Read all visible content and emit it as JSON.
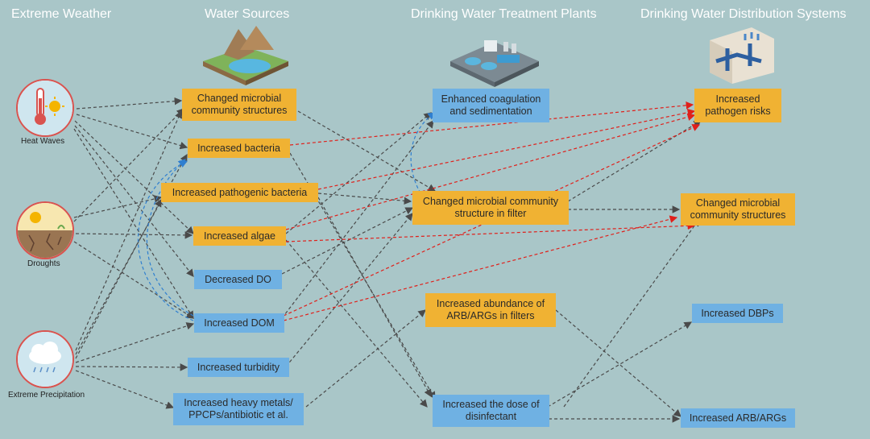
{
  "headers": {
    "weather": "Extreme Weather",
    "sources": "Water Sources",
    "plants": "Drinking Water Treatment Plants",
    "distribution": "Drinking Water Distribution Systems"
  },
  "weather": {
    "heat": "Heat Waves",
    "drought": "Droughts",
    "precip": "Extreme Precipitation"
  },
  "sources": {
    "s1": "Changed microbial\ncommunity structures",
    "s2": "Increased bacteria",
    "s3": "Increased pathogenic bacteria",
    "s4": "Increased algae",
    "s5": "Decreased DO",
    "s6": "Increased DOM",
    "s7": "Increased turbidity",
    "s8": "Increased heavy metals/\nPPCPs/antibiotic et al."
  },
  "plants": {
    "p1": "Enhanced coagulation\nand sedimentation",
    "p2": "Changed microbial community\nstructure in filter",
    "p3": "Increased abundance of\nARB/ARGs in filters",
    "p4": "Increased the dose of\ndisinfectant"
  },
  "distribution": {
    "d1": "Increased\npathogen risks",
    "d2": "Changed microbial\ncommunity structures",
    "d3": "Increased DBPs",
    "d4": "Increased ARB/ARGs"
  },
  "colors": {
    "background": "#a9c6c8",
    "orange_box": "#f0b233",
    "blue_box": "#6fb1e3",
    "grey_arrow": "#4a4a4a",
    "red_arrow": "#e0201b",
    "blue_arrow": "#2f7fd0"
  },
  "icons": [
    "thermometer-sun-icon",
    "drought-ground-icon",
    "rain-cloud-icon",
    "mountain-lake-icon",
    "treatment-plant-icon",
    "pipe-network-icon"
  ]
}
